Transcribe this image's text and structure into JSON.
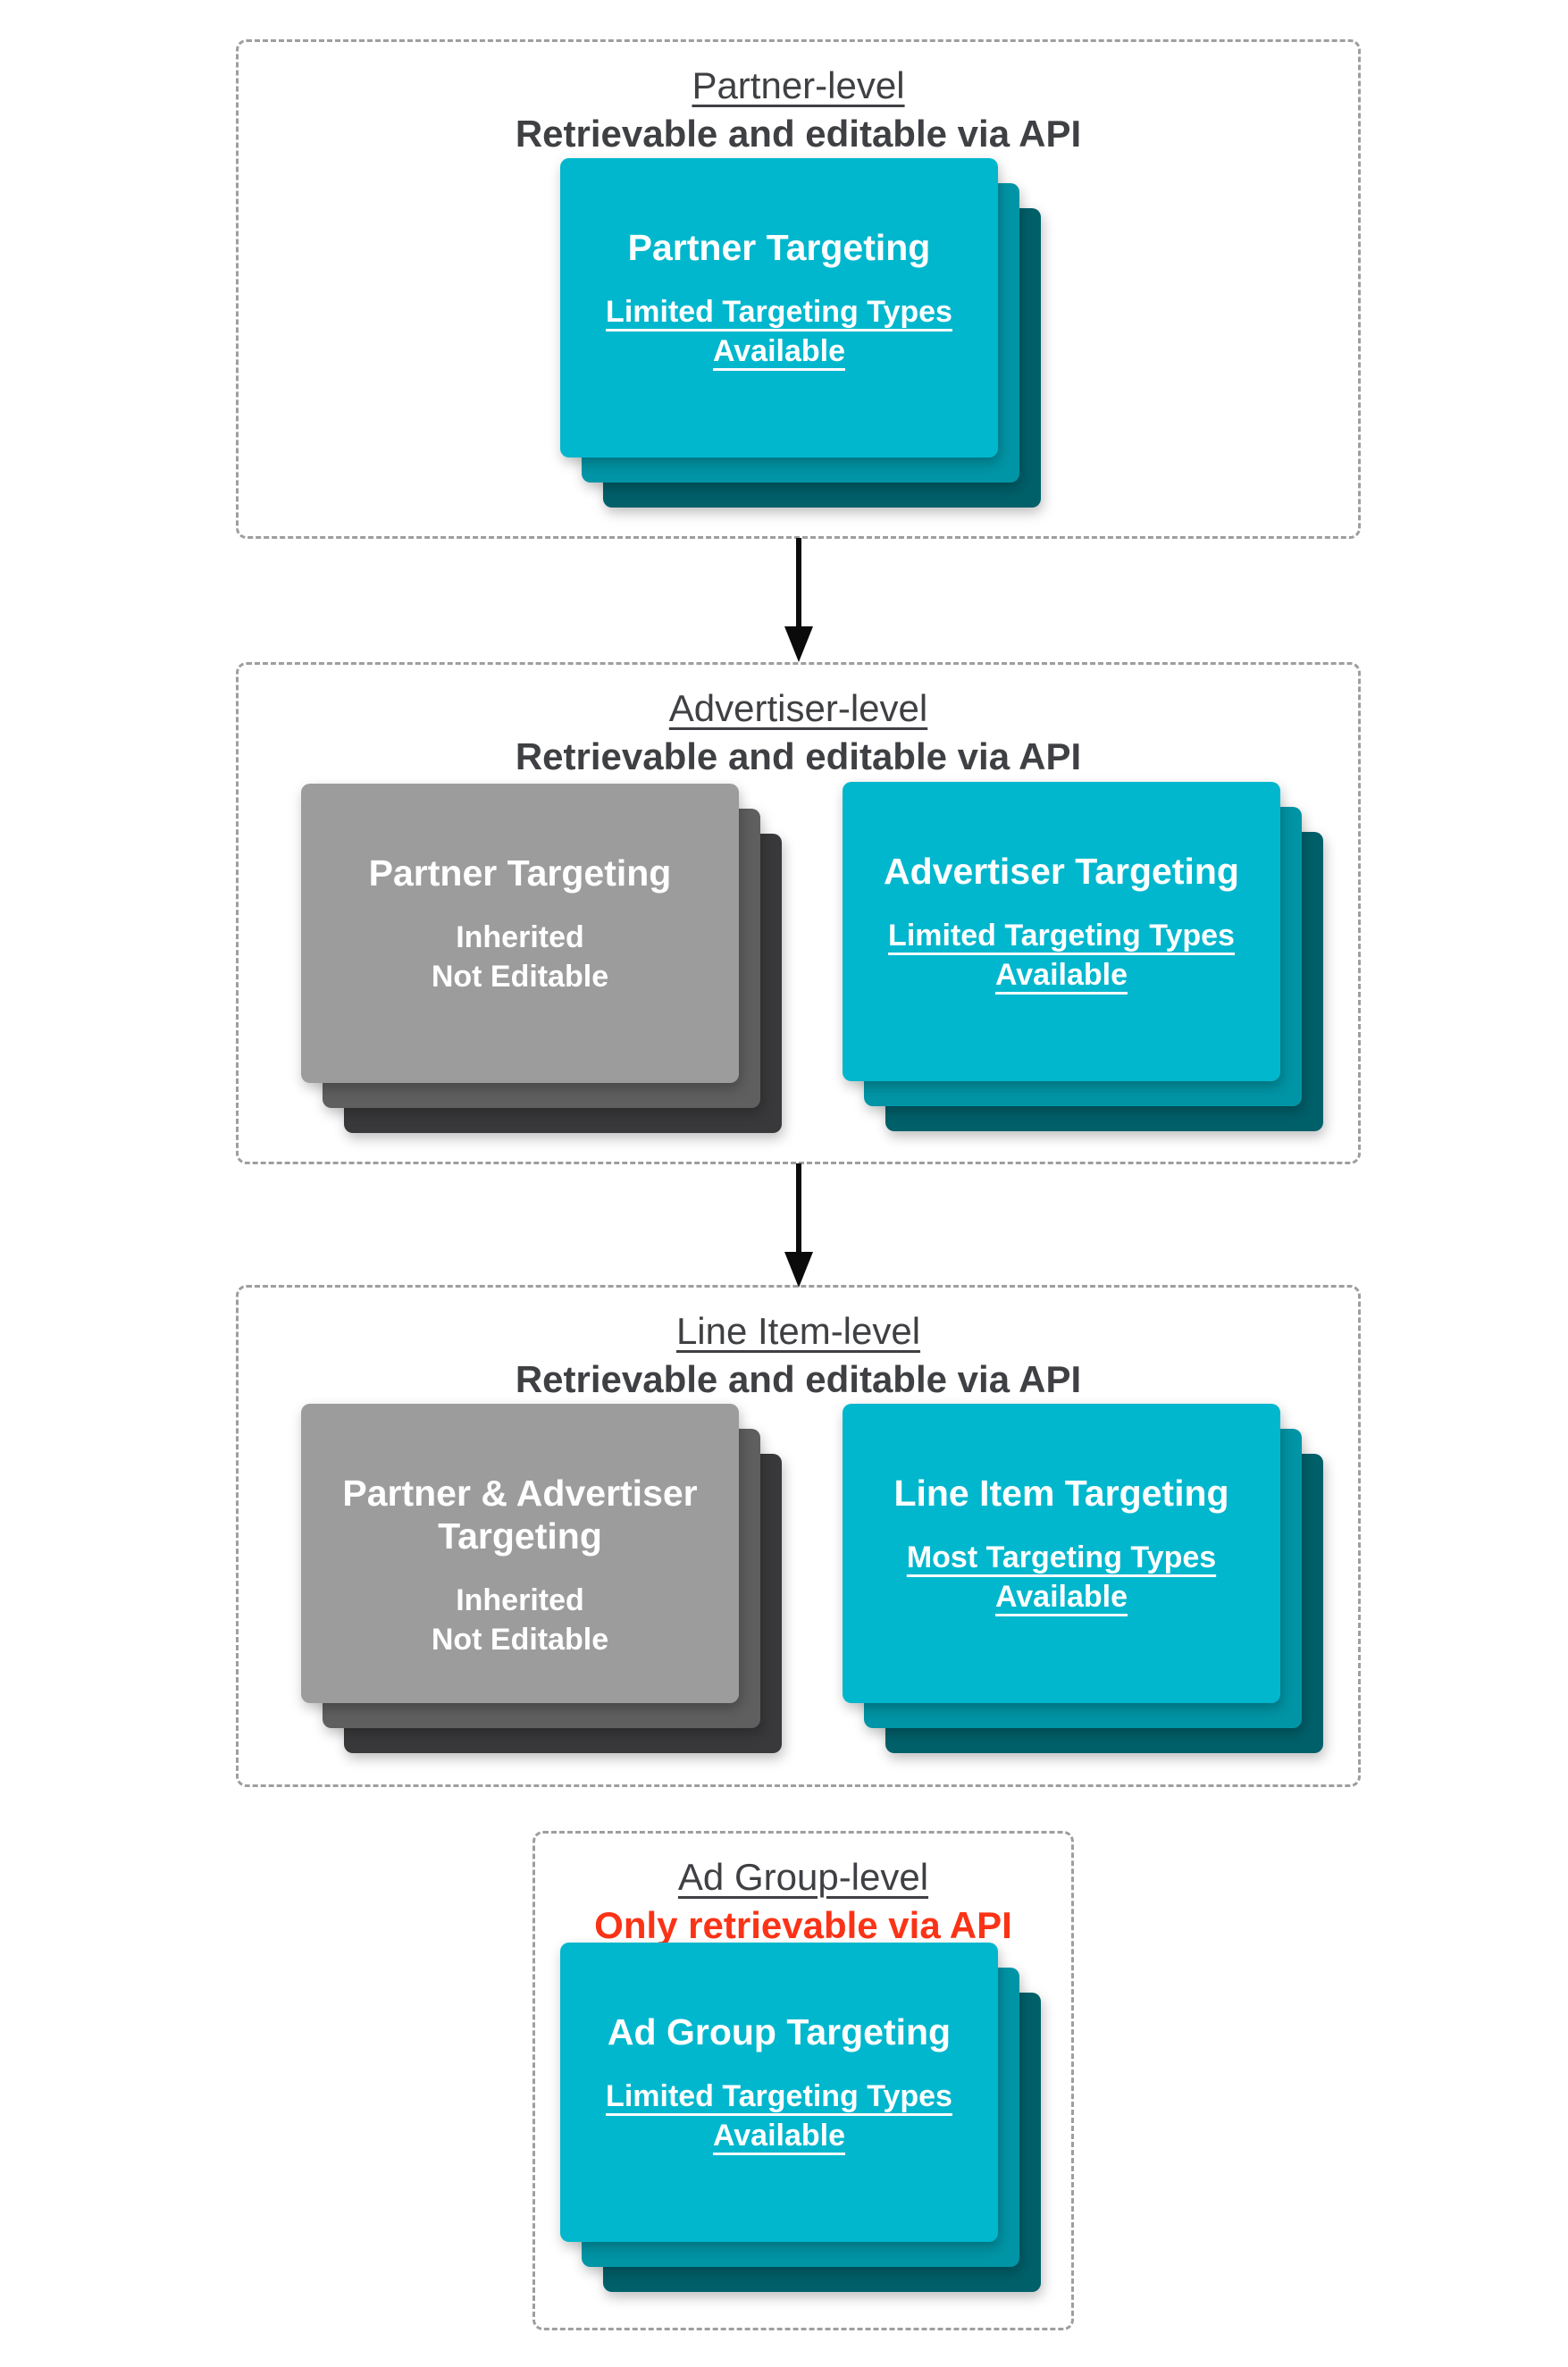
{
  "colors": {
    "teal": "#00b7cd",
    "teal_mid": "#0095a6",
    "teal_dark": "#00606a",
    "gray": "#9c9c9c",
    "gray_mid": "#5f5f5f",
    "gray_dark": "#39393b",
    "heading": "#3f4043",
    "red": "#fa3317",
    "border": "#9e9e9e",
    "arrow": "#0b0b0b",
    "card_text": "#ffffff"
  },
  "sections": [
    {
      "title": "Partner-level",
      "subtitle": "Retrievable and editable via API",
      "cards": [
        {
          "variant": "teal",
          "title": [
            "Partner Targeting"
          ],
          "sub": [
            "Limited Targeting Types",
            "Available"
          ]
        }
      ]
    },
    {
      "title": "Advertiser-level",
      "subtitle": "Retrievable and editable via API",
      "cards": [
        {
          "variant": "gray",
          "title": [
            "Partner Targeting"
          ],
          "sub": [
            "Inherited",
            "Not Editable"
          ]
        },
        {
          "variant": "teal",
          "title": [
            "Advertiser Targeting"
          ],
          "sub": [
            "Limited Targeting Types",
            "Available"
          ]
        }
      ]
    },
    {
      "title": "Line Item-level",
      "subtitle": "Retrievable and editable via API",
      "cards": [
        {
          "variant": "gray",
          "title": [
            "Partner & Advertiser",
            "Targeting"
          ],
          "sub": [
            "Inherited",
            "Not Editable"
          ]
        },
        {
          "variant": "teal",
          "title": [
            "Line Item Targeting"
          ],
          "sub": [
            "Most Targeting Types",
            "Available"
          ]
        }
      ]
    },
    {
      "title": "Ad Group-level",
      "subtitle": "Only retrievable via API",
      "cards": [
        {
          "variant": "teal",
          "title": [
            "Ad Group Targeting"
          ],
          "sub": [
            "Limited Targeting Types",
            "Available"
          ]
        }
      ]
    }
  ]
}
